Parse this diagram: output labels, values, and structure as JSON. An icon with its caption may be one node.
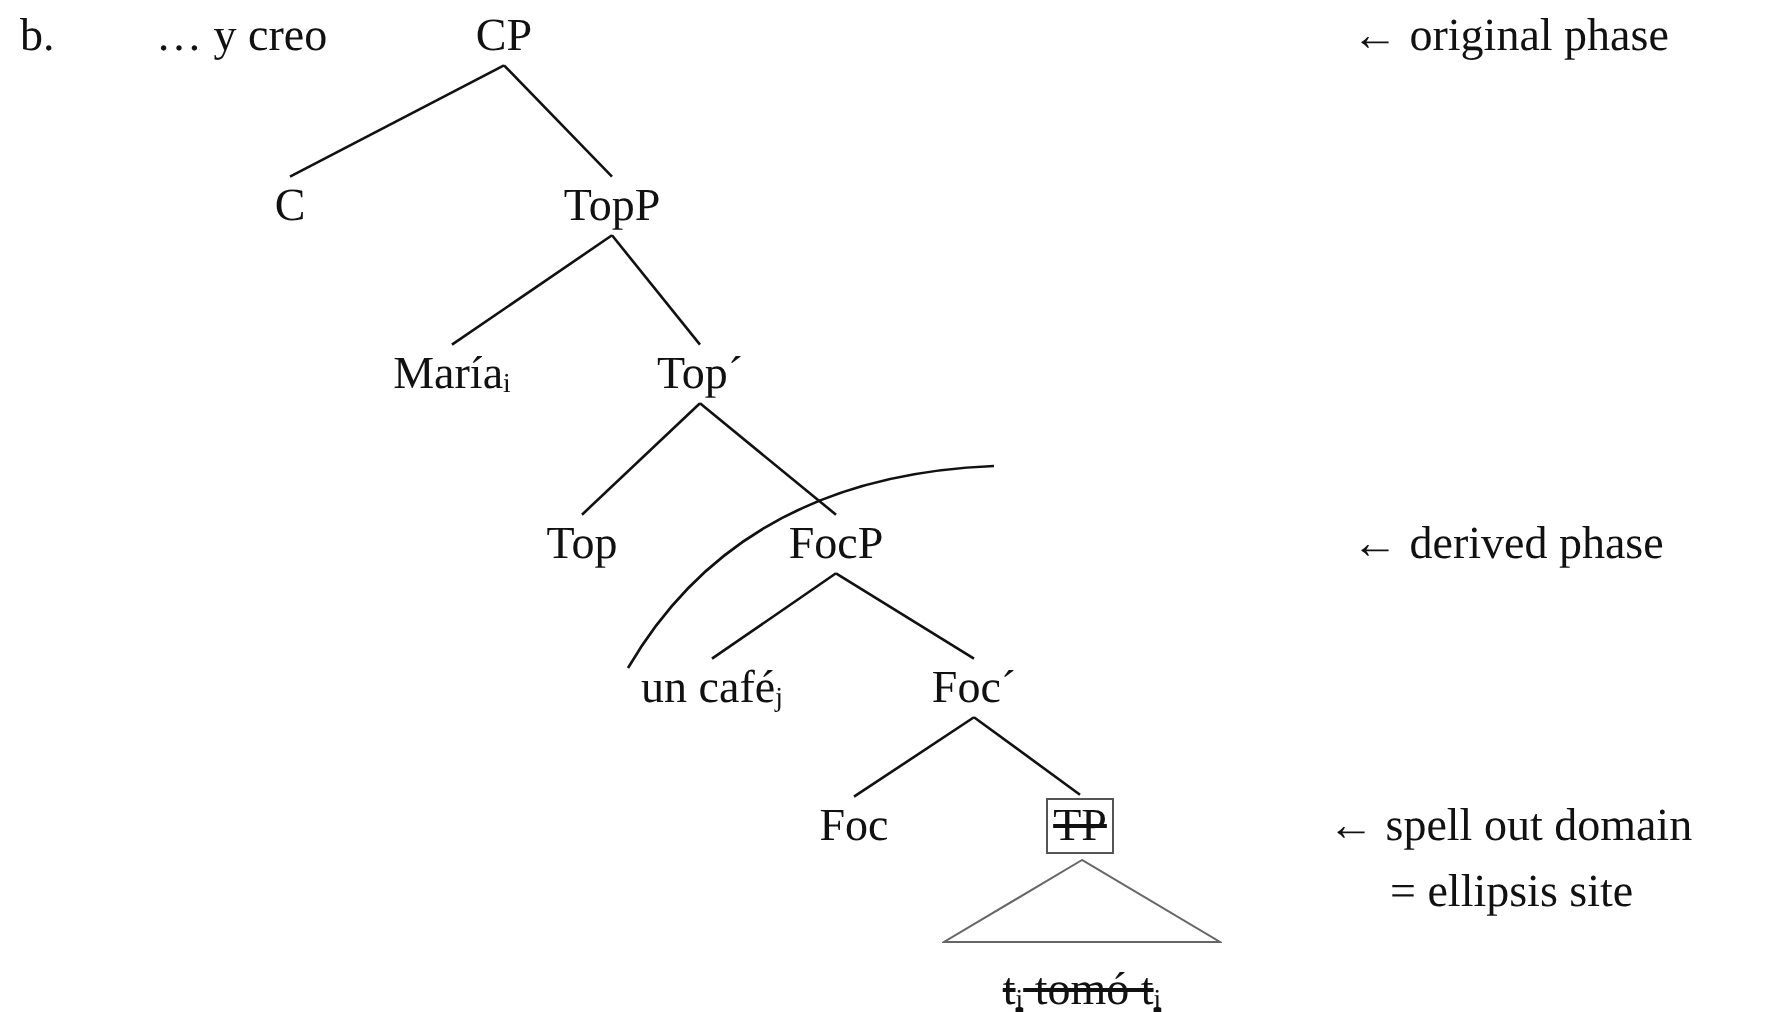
{
  "diagram": {
    "nodes": [
      {
        "text": [
          "CP"
        ]
      },
      {
        "text": [
          "C"
        ]
      },
      {
        "text": [
          "TopP"
        ]
      },
      {
        "text": [
          "María$_{i}$"
        ]
      },
      {
        "text": [
          "Top´"
        ]
      },
      {
        "text": [
          "Top"
        ]
      },
      {
        "text": [
          "FocP"
        ]
      },
      {
        "text": [
          "un café$_{j}$"
        ]
      },
      {
        "text": [
          "Foc´"
        ]
      },
      {
        "text": [
          "Foc"
        ]
      },
      {
        "text": [
          "TP"
        ]
      },
      {
        "text": [
          "t$_{i}$ tomó t$_{i}$"
        ]
      }
    ],
    "edges": [
      {
        "from": 0,
        "to": 1,
        "arrow": "none"
      },
      {
        "from": 0,
        "to": 2,
        "arrow": "none"
      },
      {
        "from": 2,
        "to": 3,
        "arrow": "none"
      },
      {
        "from": 2,
        "to": 4,
        "arrow": "none"
      },
      {
        "from": 4,
        "to": 5,
        "arrow": "none"
      },
      {
        "from": 4,
        "to": 6,
        "arrow": "none"
      },
      {
        "from": 6,
        "to": 7,
        "arrow": "none"
      },
      {
        "from": 6,
        "to": 8,
        "arrow": "none"
      },
      {
        "from": 8,
        "to": 9,
        "arrow": "none"
      },
      {
        "from": 8,
        "to": 10,
        "arrow": "none"
      }
    ],
    "labels": [
      "b.",
      "… y creo",
      "← original phase",
      "← derived phase",
      "← spell out domain",
      "= ellipsis site"
    ]
  }
}
